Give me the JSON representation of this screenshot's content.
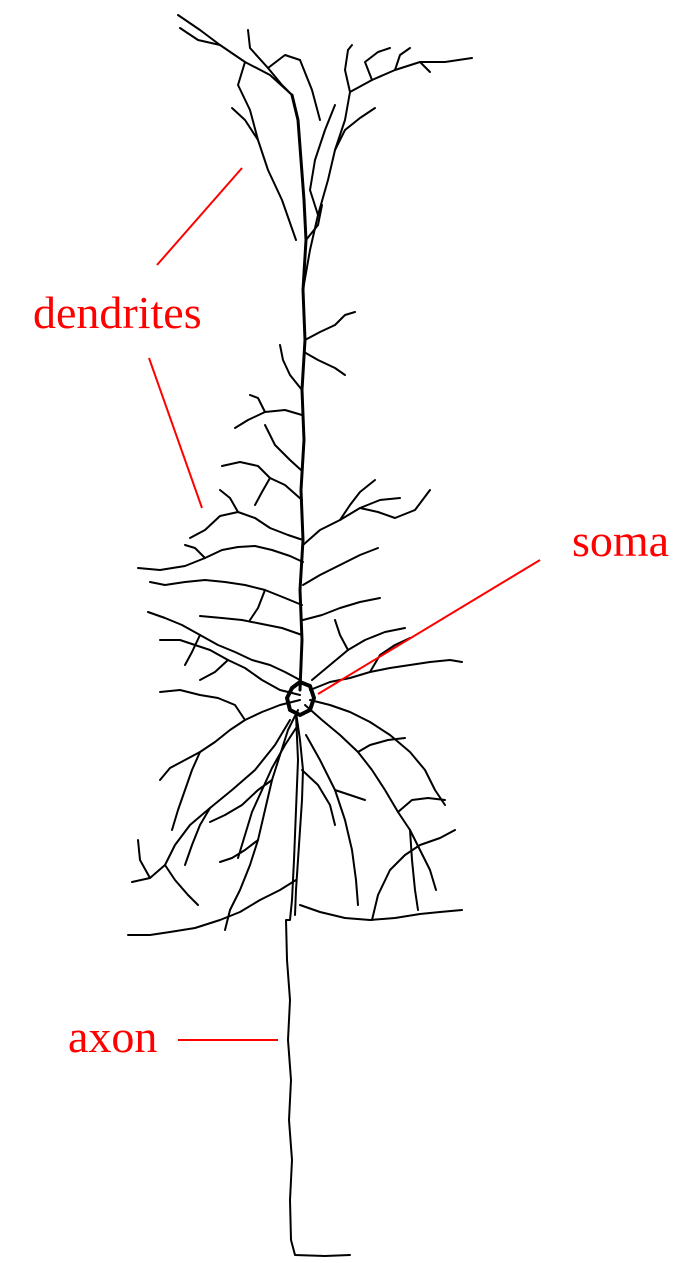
{
  "labels": {
    "dendrites": "dendrites",
    "soma": "soma",
    "axon": "axon"
  },
  "colors": {
    "label": "#ff0000",
    "neuron": "#000000",
    "background": "#ffffff"
  }
}
